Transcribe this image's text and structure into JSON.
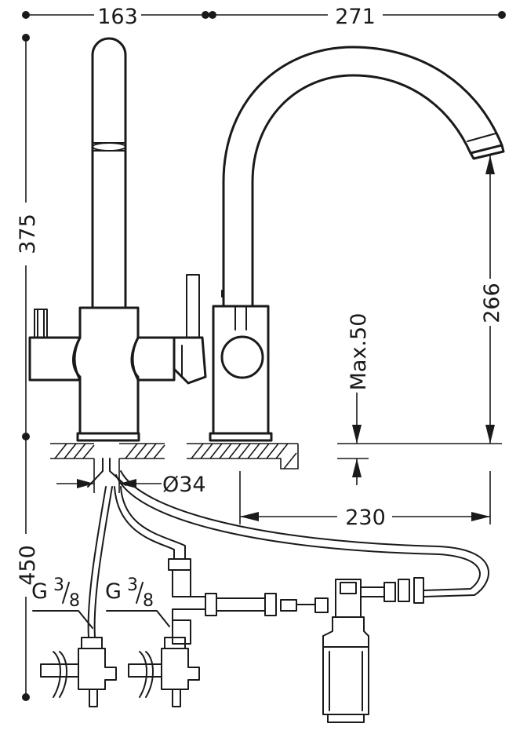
{
  "dimensions": {
    "base_to_axis_width": "163",
    "spout_reach": "271",
    "overall_height": "375",
    "spout_clearance": "266",
    "max_deck_thickness": "Max.50",
    "hole_diameter": "Ø34",
    "hole_distance": "230",
    "hose_length": "450"
  },
  "connections": {
    "left_thread_g": "G",
    "left_thread_num": "3",
    "left_thread_den": "8",
    "right_thread_g": "G",
    "right_thread_num": "3",
    "right_thread_den": "8"
  }
}
